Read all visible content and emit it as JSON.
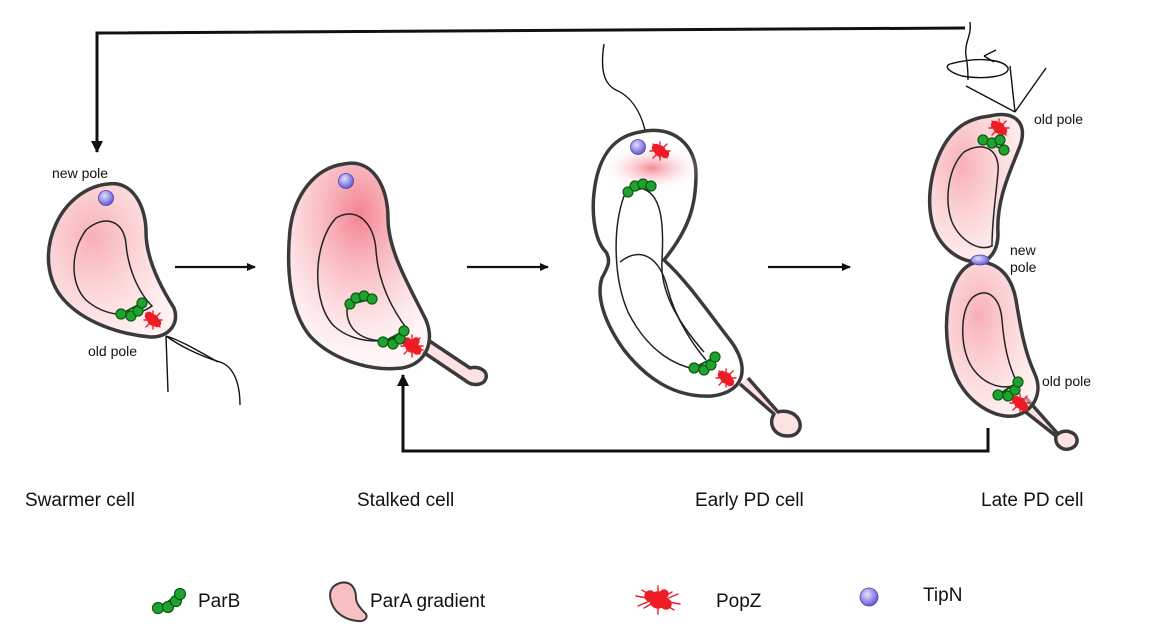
{
  "labels": {
    "swarmer_new_pole": "new pole",
    "swarmer_old_pole": "old pole",
    "late_old_pole_top": "old pole",
    "late_new_pole_line1": "new",
    "late_new_pole_line2": "pole",
    "late_old_pole_bottom": "old pole"
  },
  "stages": [
    "Swarmer cell",
    "Stalked cell",
    "Early PD cell",
    "Late PD cell"
  ],
  "legend": {
    "parb": "ParB",
    "para": "ParA gradient",
    "popz": "PopZ",
    "tipn": "TipN"
  },
  "colors": {
    "cell_outline": "#3a3a3a",
    "para_gradient": "#f26d7d",
    "cell_fill": "#fde2e2",
    "parb": "#1fa32e",
    "popz": "#ee1c25",
    "tipn": "#8c84e6"
  }
}
